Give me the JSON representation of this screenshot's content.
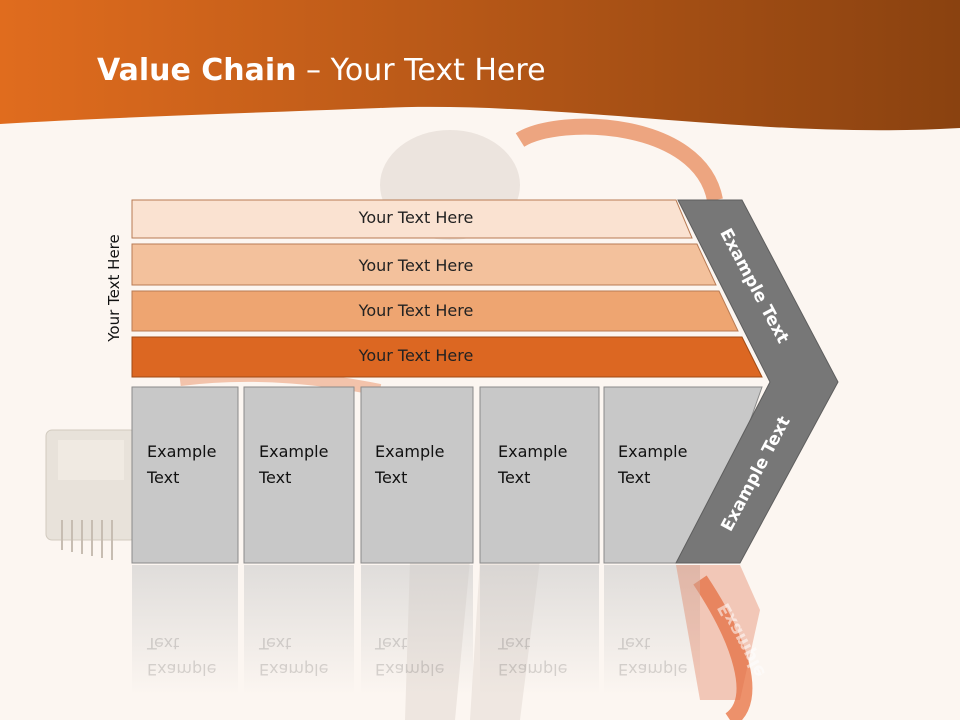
{
  "title": {
    "bold": "Value Chain",
    "rest": " – Your Text Here"
  },
  "vertical_label": "Your Text Here",
  "bars": [
    {
      "label": "Your Text Here",
      "color": "#fae2d1"
    },
    {
      "label": "Your Text Here",
      "color": "#f3c19c"
    },
    {
      "label": "Your Text Here",
      "color": "#eea571"
    },
    {
      "label": "Your Text Here",
      "color": "#dc6722"
    }
  ],
  "boxes": [
    {
      "line1": "Example",
      "line2": "Text"
    },
    {
      "line1": "Example",
      "line2": "Text"
    },
    {
      "line1": "Example",
      "line2": "Text"
    },
    {
      "line1": "Example",
      "line2": "Text"
    },
    {
      "line1": "Example",
      "line2": "Text"
    }
  ],
  "chevron": {
    "upper": "Example Text",
    "lower": "Example Text",
    "reflection": "Example"
  },
  "colors": {
    "header": "#c9601c",
    "chevron": "#777777",
    "boxes": "#c8c8c8"
  }
}
